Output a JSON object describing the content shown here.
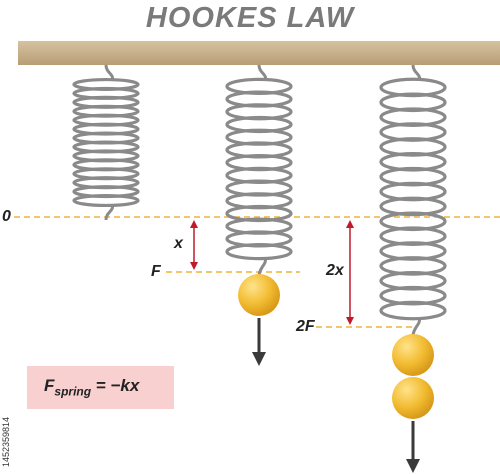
{
  "title": "HOOKES LAW",
  "labels": {
    "zero": "0",
    "x": "x",
    "f": "F",
    "two_x": "2x",
    "two_f": "2F"
  },
  "formula": {
    "f": "F",
    "subscript": "spring",
    "equals": " = −kx"
  },
  "side_id": "1452359814",
  "springs": [
    {
      "coils": 14,
      "weights": 0
    },
    {
      "coils": 14,
      "weights": 1
    },
    {
      "coils": 16,
      "weights": 2
    }
  ],
  "colors": {
    "beam": "#c9b28f",
    "spring": "#8a8a8a",
    "weight": "#f2bc32",
    "guide_line": "#f0b43c",
    "arrow": "#c01a2a",
    "force_arrow": "#3a3a3a",
    "formula_bg": "#f8d0d0",
    "title": "#7a7a7a"
  }
}
